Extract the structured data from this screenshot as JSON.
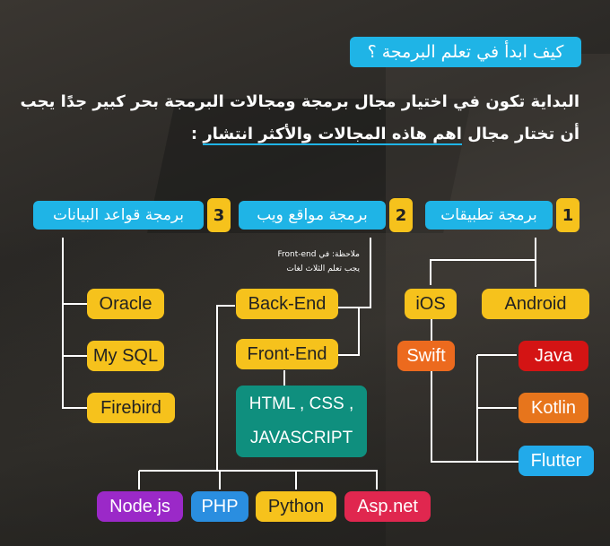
{
  "title": "كيف ابدأ في تعلم البرمجة ؟",
  "intro": {
    "line1": "البداية تكون في اختيار مجال برمجة ومجالات البرمجة بحر كبير جدًا يجب",
    "line2_prefix": "أن تختار مجال ",
    "line2_highlight": "اهم هاذه المجالات والأكثر انتشار",
    "line2_suffix": " :"
  },
  "categories": [
    {
      "num": "1",
      "label": "برمجة تطبيقات"
    },
    {
      "num": "2",
      "label": "برمجة مواقع ويب"
    },
    {
      "num": "3",
      "label": "برمجة قواعد البيانات"
    }
  ],
  "note": {
    "line1": "ملاحظة: في Front-end",
    "line2": "يجب تعلم الثلاث لغات"
  },
  "apps": {
    "ios": "iOS",
    "android": "Android",
    "swift": "Swift",
    "java": "Java",
    "kotlin": "Kotlin",
    "flutter": "Flutter"
  },
  "web": {
    "backend": "Back-End",
    "frontend": "Front-End",
    "html_line1": "HTML , CSS ,",
    "html_line2": "JAVASCRIPT",
    "nodejs": "Node.js",
    "php": "PHP",
    "python": "Python",
    "aspnet": "Asp.net"
  },
  "db": {
    "oracle": "Oracle",
    "mysql": "My SQL",
    "firebird": "Firebird"
  },
  "colors": {
    "cyan": "#1fb4e6",
    "yellow": "#f6c21c",
    "teal": "#0f8f7e",
    "red": "#d41414",
    "orange": "#ec6a1e",
    "purple": "#9b29c8",
    "pink": "#e0274f",
    "blue": "#22aaea"
  }
}
